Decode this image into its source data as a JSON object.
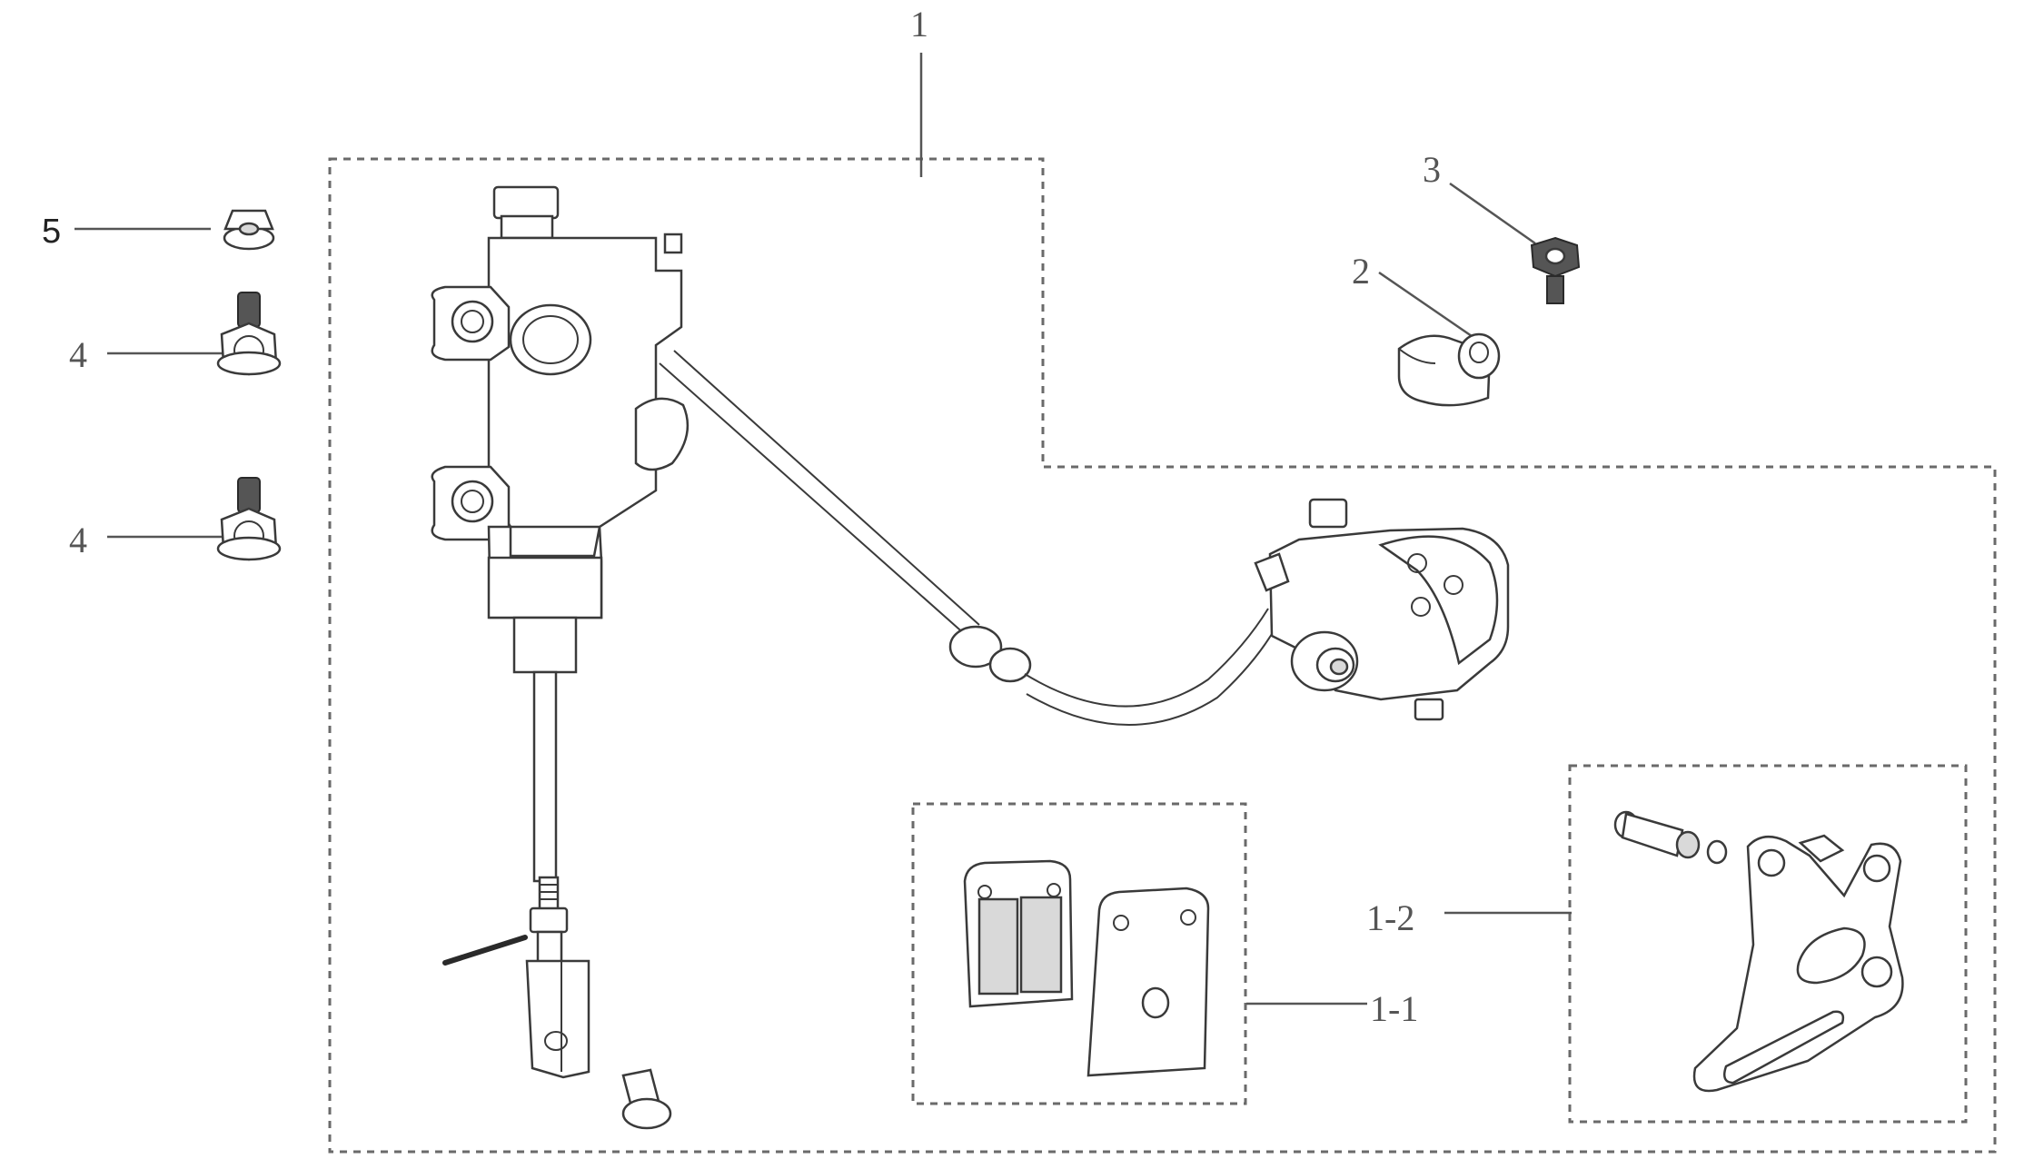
{
  "diagram": {
    "callouts": {
      "item_1": "1",
      "item_1_1": "1-1",
      "item_1_2": "1-2",
      "item_2": "2",
      "item_3": "3",
      "item_4_upper": "4",
      "item_4_lower": "4",
      "item_5": "5"
    }
  }
}
